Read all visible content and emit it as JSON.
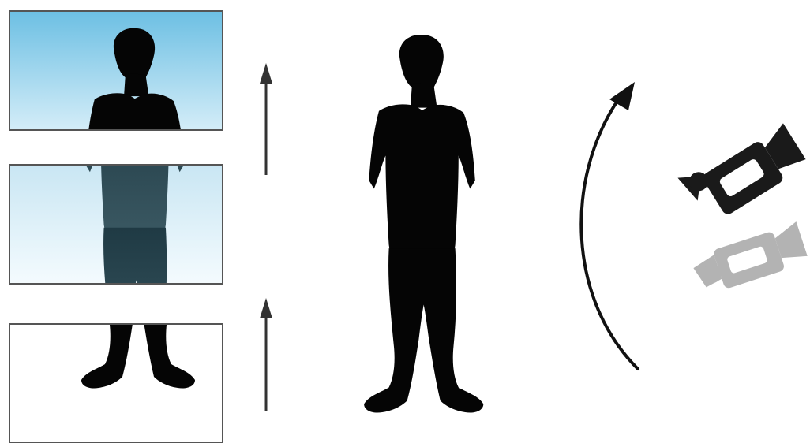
{
  "figure": {
    "panels": [
      {
        "name": "top-frame",
        "fill_top": "#6cbfe3",
        "fill_bottom": "#d4edf8"
      },
      {
        "name": "middle-frame",
        "fill_top": "#c9e6f3",
        "fill_bottom": "#f4fbfe"
      },
      {
        "name": "bottom-frame",
        "fill_top": "#ffffff",
        "fill_bottom": "#ffffff"
      }
    ],
    "panel_border_color": "#555555",
    "silhouette_color": "#050505",
    "silhouette_tinted_gradient": [
      "#1f3a44",
      "#3c5a64"
    ],
    "arrow_color": "#333333",
    "curved_arrow_color": "#111111",
    "camera_active_color": "#1a1a1a",
    "camera_ghost_color": "#b3b3b3",
    "icons": [
      "vertical-arrow-icon",
      "curved-arrow-icon",
      "video-camera-icon",
      "video-camera-ghost-icon"
    ]
  }
}
